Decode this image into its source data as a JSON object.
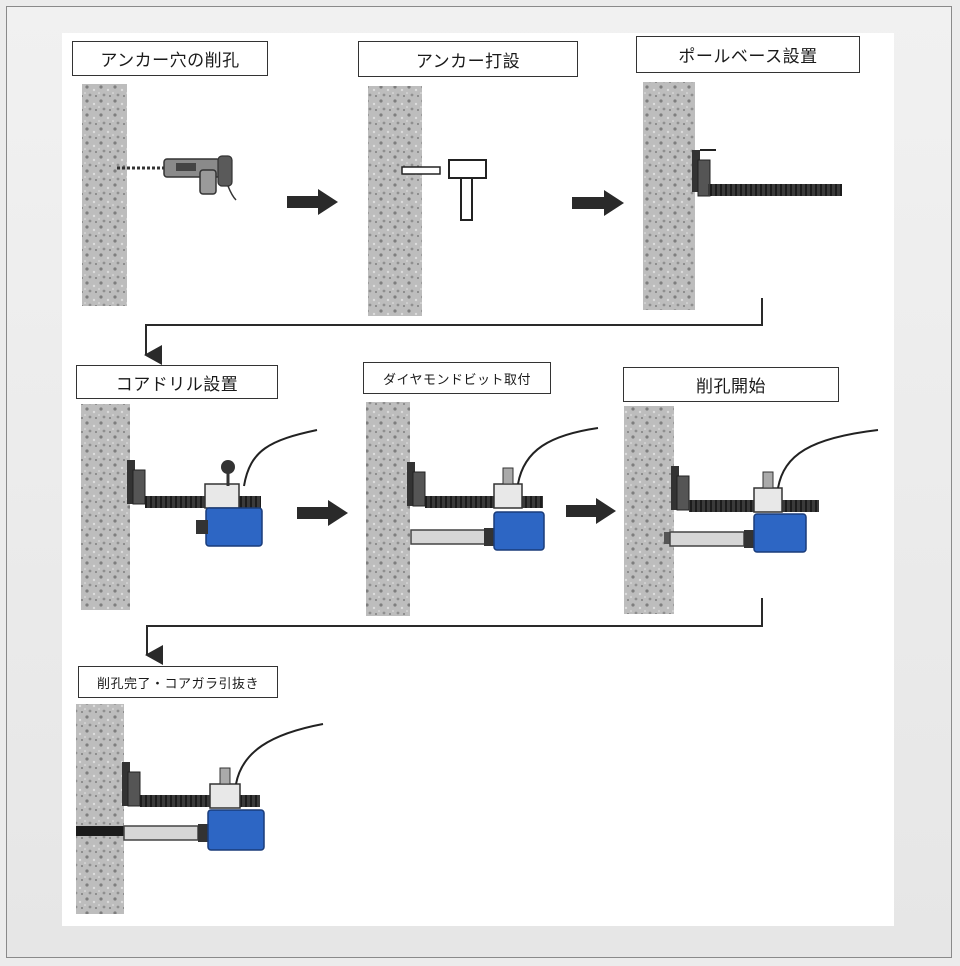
{
  "steps": [
    {
      "label": "アンカー穴の削孔"
    },
    {
      "label": "アンカー打設"
    },
    {
      "label": "ポールベース設置"
    },
    {
      "label": "コアドリル設置"
    },
    {
      "label": "ダイヤモンドビット取付"
    },
    {
      "label": "削孔開始"
    },
    {
      "label": "削孔完了・コアガラ引抜き"
    }
  ],
  "colors": {
    "drill_body": "#2d66c4",
    "wall": "#b9b9b9",
    "line": "#2a2a2a"
  }
}
